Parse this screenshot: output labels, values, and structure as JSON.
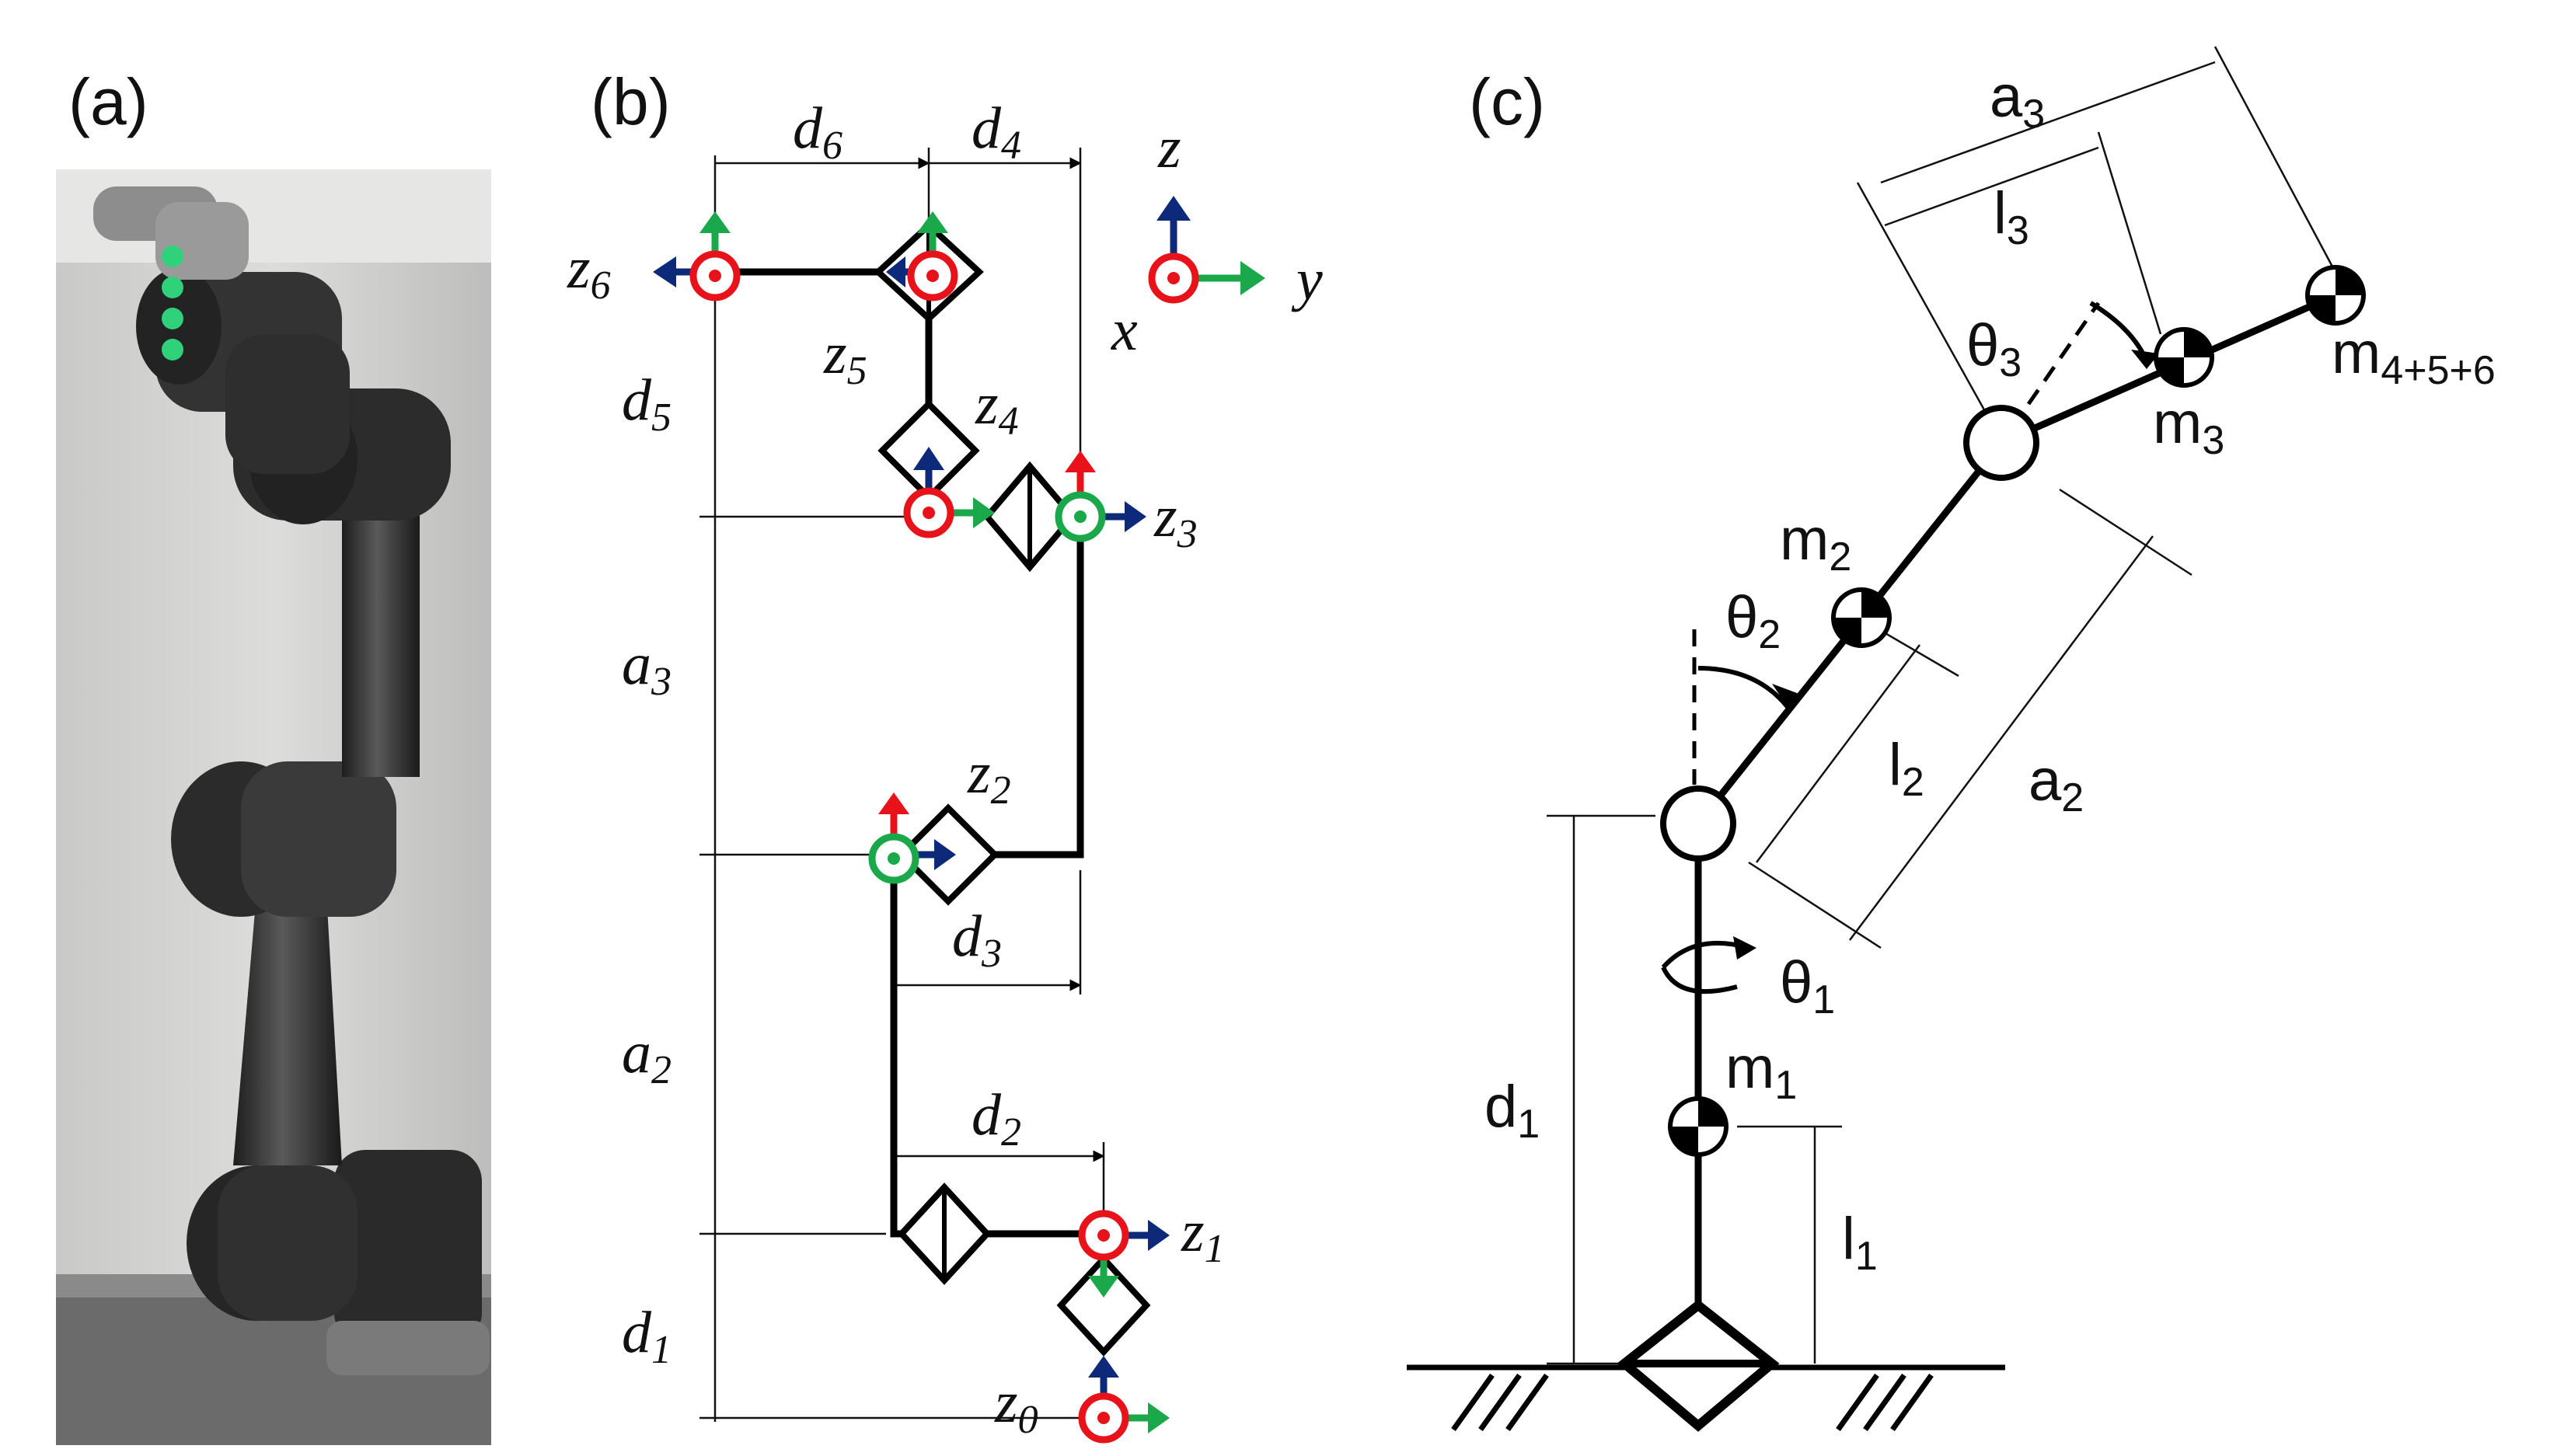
{
  "panels": {
    "a": {
      "label": "(a)"
    },
    "b": {
      "label": "(b)",
      "dimensions": {
        "d6": "d",
        "d6_sub": "6",
        "d4": "d",
        "d4_sub": "4",
        "d5": "d",
        "d5_sub": "5",
        "a3": "a",
        "a3_sub": "3",
        "a2": "a",
        "a2_sub": "2",
        "d1": "d",
        "d1_sub": "1",
        "d3": "d",
        "d3_sub": "3",
        "d2": "d",
        "d2_sub": "2"
      },
      "frames": {
        "z6": "z",
        "z6_sub": "6",
        "z5": "z",
        "z5_sub": "5",
        "z4": "z",
        "z4_sub": "4",
        "z3": "z",
        "z3_sub": "3",
        "z2": "z",
        "z2_sub": "2",
        "z1": "z",
        "z1_sub": "1",
        "z0": "z",
        "z0_sub": "0"
      },
      "axes_legend": {
        "z": "z",
        "y": "y",
        "x": "x"
      },
      "colors": {
        "x_axis": "#e8121b",
        "y_axis": "#1aa84a",
        "z_axis": "#0d2a7a"
      }
    },
    "c": {
      "label": "(c)",
      "lengths": {
        "a3": "a",
        "a3_sub": "3",
        "l3": "l",
        "l3_sub": "3",
        "a2": "a",
        "a2_sub": "2",
        "l2": "l",
        "l2_sub": "2",
        "d1": "d",
        "d1_sub": "1",
        "l1": "l",
        "l1_sub": "1"
      },
      "masses": {
        "m1": "m",
        "m1_sub": "1",
        "m2": "m",
        "m2_sub": "2",
        "m3": "m",
        "m3_sub": "3",
        "m456": "m",
        "m456_sub": "4+5+6"
      },
      "angles": {
        "t1": "θ",
        "t1_sub": "1",
        "t2": "θ",
        "t2_sub": "2",
        "t3": "θ",
        "t3_sub": "3"
      }
    }
  }
}
